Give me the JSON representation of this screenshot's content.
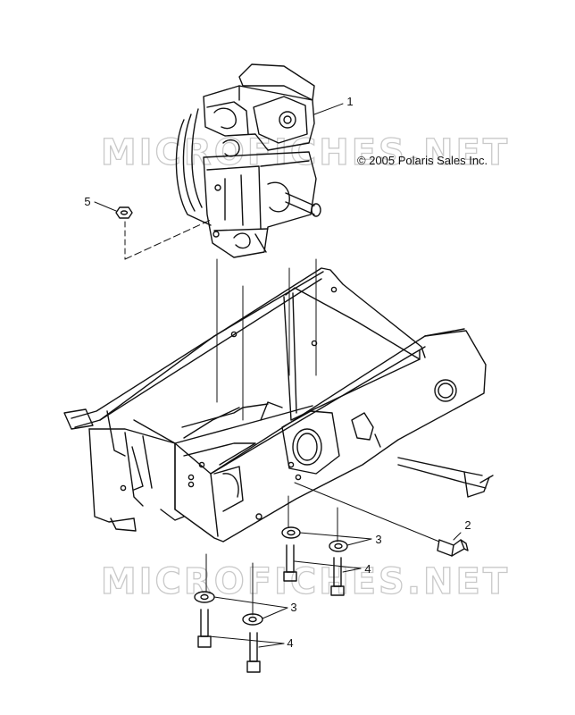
{
  "copyright": "© 2005 Polaris Sales Inc.",
  "watermark": "MICROFICHES.NET",
  "callouts": {
    "engine": "1",
    "bolt": "2",
    "washers_upper": "3",
    "bolts_upper": "4",
    "washers_lower": "3",
    "bolts_lower": "4",
    "nut": "5"
  }
}
